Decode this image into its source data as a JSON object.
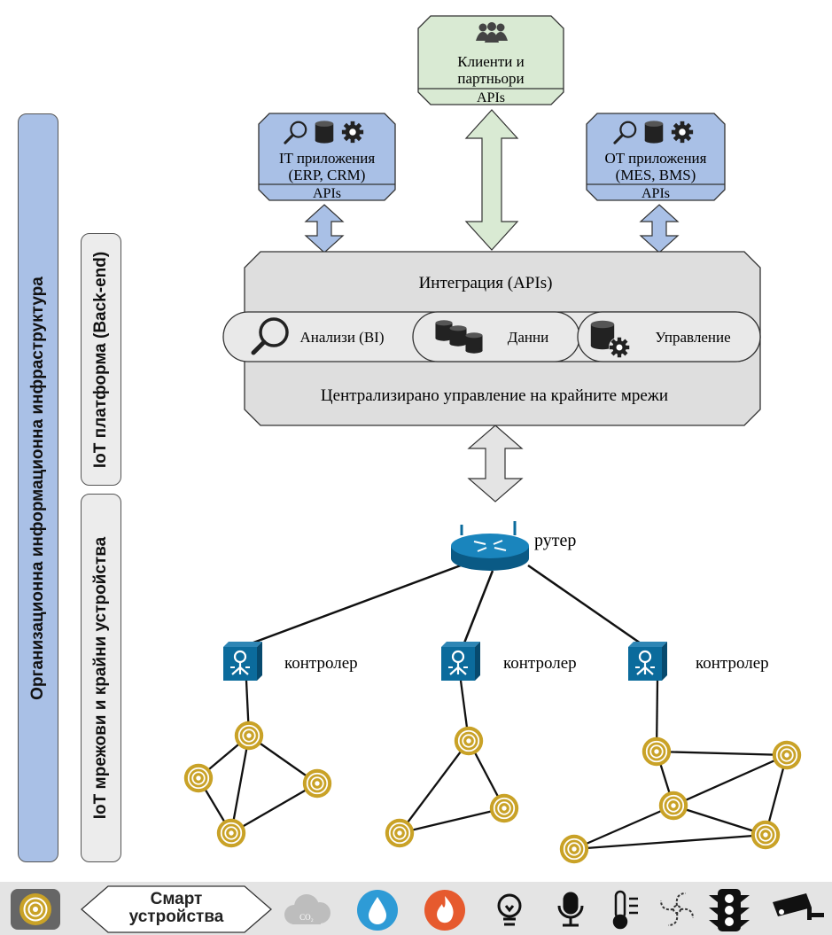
{
  "layers": {
    "org": "Организационна информационна инфраструктура",
    "platform": "IoT платформа (Back-end)",
    "networks": "IoT мрежови и крайни устройства"
  },
  "clients": {
    "line1": "Клиенти и",
    "line2": "партньори",
    "apis": "APIs"
  },
  "it_apps": {
    "line1": "IT приложения",
    "line2": "(ERP, CRM)",
    "apis": "APIs"
  },
  "ot_apps": {
    "line1": "OT приложения",
    "line2": "(MES, BMS)",
    "apis": "APIs"
  },
  "platform": {
    "integration": "Интеграция (APIs)",
    "analytics": "Анализи (BI)",
    "data": "Данни",
    "management": "Управление",
    "central": "Централизирано управление на крайните мрежи"
  },
  "router_label": "рутер",
  "controllers": [
    "контролер",
    "контролер",
    "контролер"
  ],
  "smart_devices": {
    "line1": "Смарт",
    "line2": "устройства"
  },
  "colors": {
    "blue": "#a9c0e6",
    "green": "#d9ead3",
    "gray": "#dedede",
    "cisco": "#0b6b9c",
    "gold": "#c9a227",
    "bar": "#e4e4e4"
  }
}
